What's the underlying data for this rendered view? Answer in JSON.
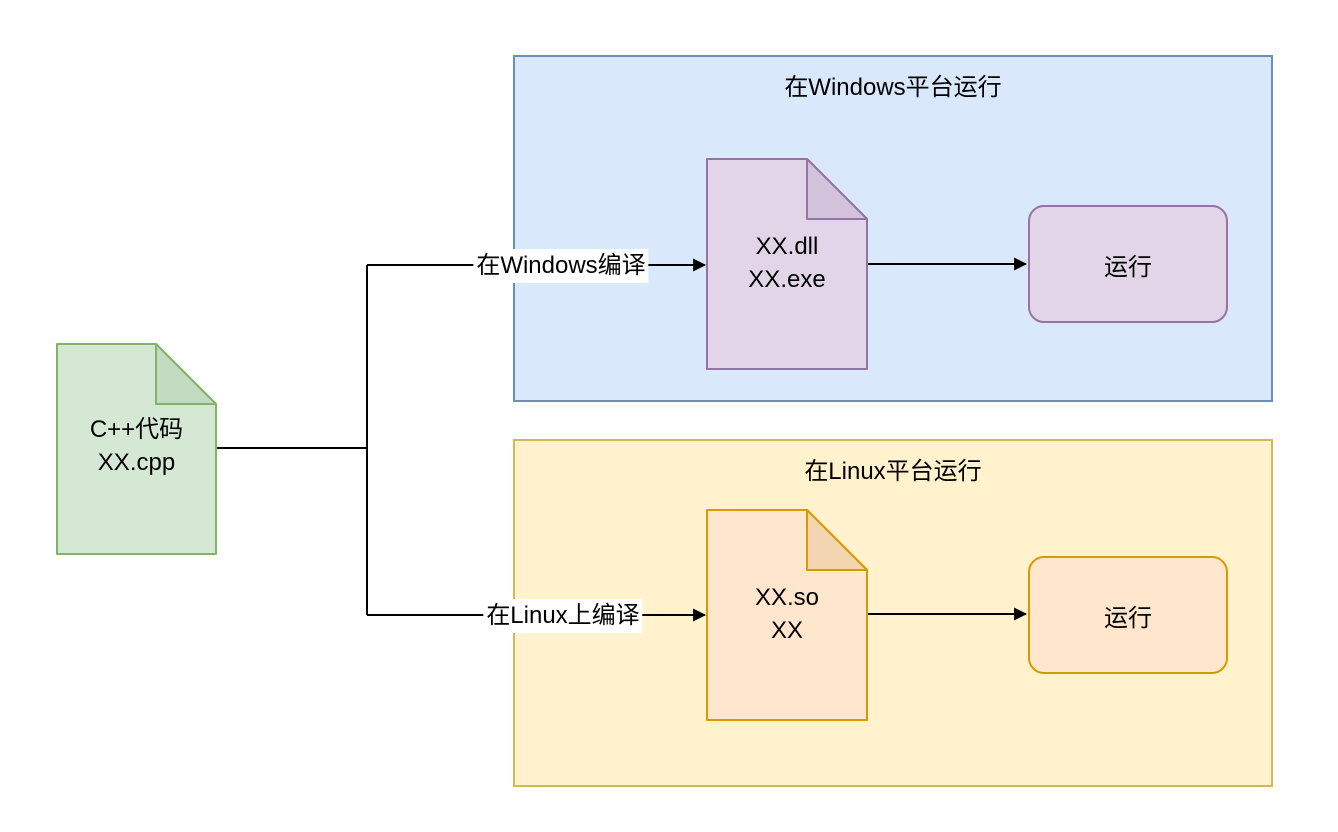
{
  "diagram": {
    "source_doc": {
      "line1": "C++代码",
      "line2": "XX.cpp"
    },
    "windows": {
      "container_title": "在Windows平台运行",
      "edge_label": "在Windows编译",
      "artifact_doc": {
        "line1": "XX.dll",
        "line2": "XX.exe"
      },
      "run_label": "运行"
    },
    "linux": {
      "container_title": "在Linux平台运行",
      "edge_label": "在Linux上编译",
      "artifact_doc": {
        "line1": "XX.so",
        "line2": "XX"
      },
      "run_label": "运行"
    },
    "colors": {
      "source_fill": "#d5e8d4",
      "source_stroke": "#82b366",
      "source_fold": "#c3dcc1",
      "windows_container_fill": "#dae8fc",
      "windows_container_stroke": "#6c8ebf",
      "windows_artifact_fill": "#e1d5e7",
      "windows_artifact_stroke": "#9673a6",
      "windows_artifact_fold": "#d3c3dd",
      "linux_container_fill": "#fff2cc",
      "linux_container_stroke": "#d6b656",
      "linux_artifact_fill": "#ffe6cc",
      "linux_artifact_stroke": "#d79b00",
      "linux_artifact_fold": "#f4d5b2",
      "connector": "#000000",
      "background": "#ffffff"
    }
  }
}
